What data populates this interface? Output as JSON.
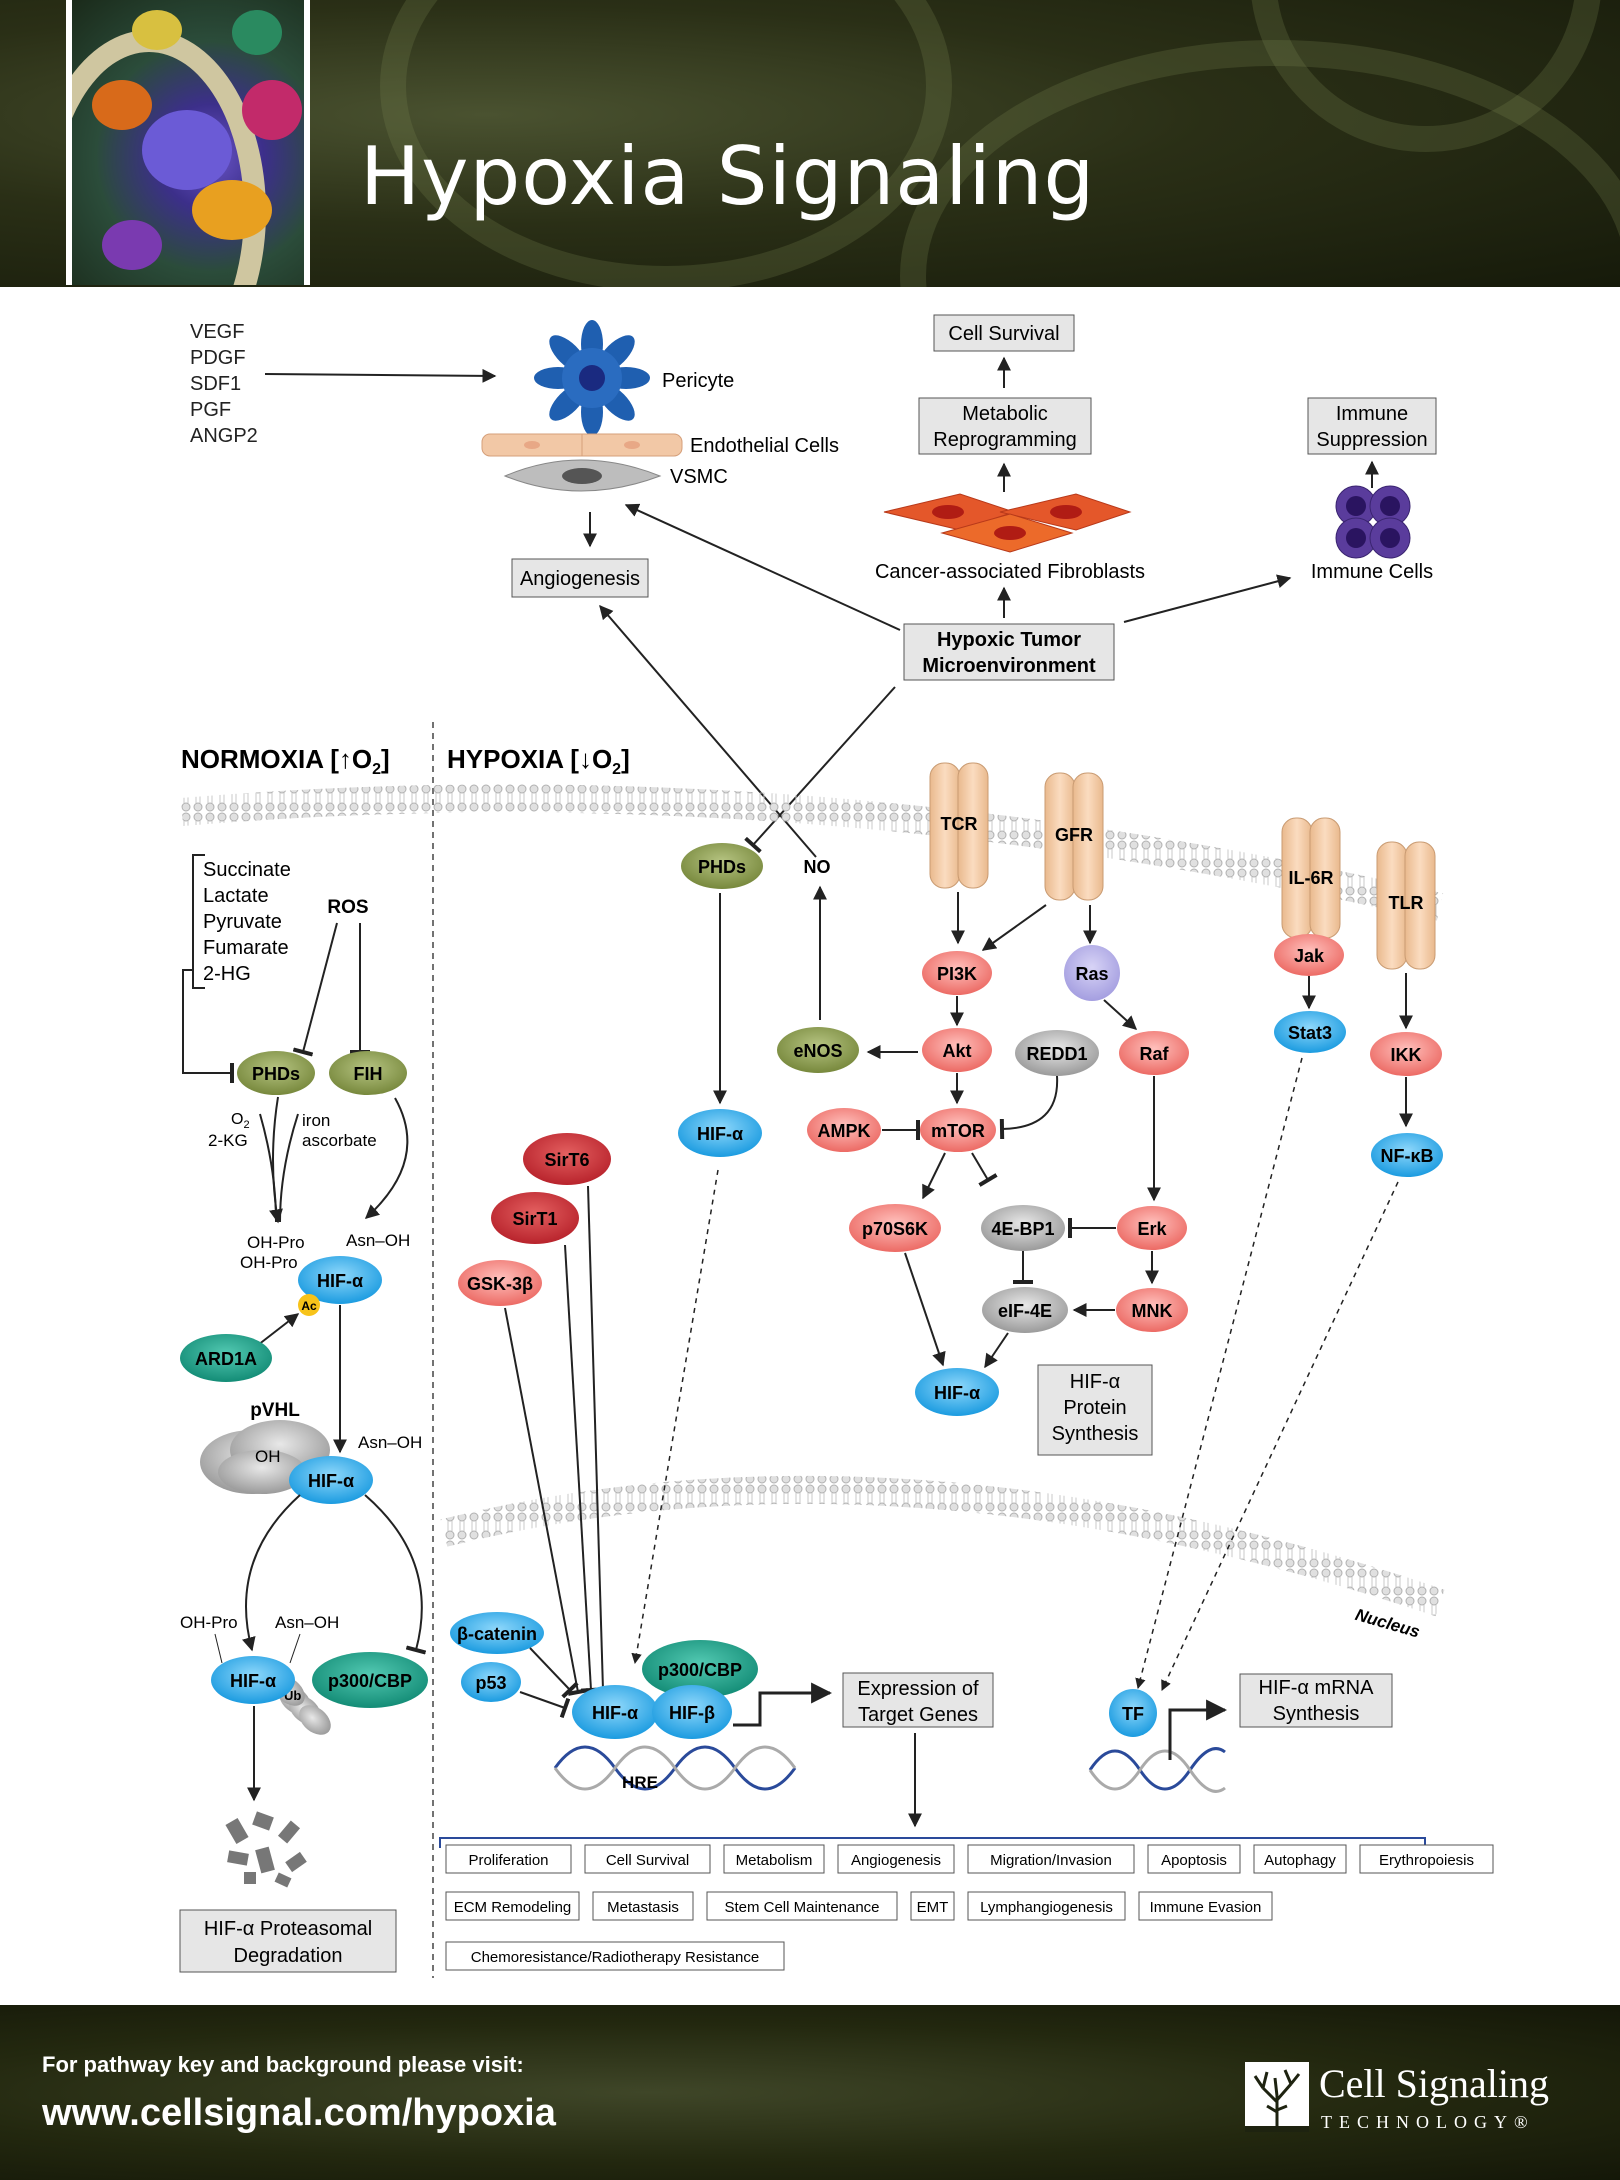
{
  "header": {
    "title": "Hypoxia Signaling"
  },
  "top": {
    "growth_factors": [
      "VEGF",
      "PDGF",
      "SDF1",
      "PGF",
      "ANGP2"
    ],
    "pericyte": "Pericyte",
    "endothelial": "Endothelial Cells",
    "vsmc": "VSMC",
    "angiogenesis": "Angiogenesis",
    "cell_survival": "Cell Survival",
    "metabolic": [
      "Metabolic",
      "Reprogramming"
    ],
    "caf": "Cancer-associated Fibroblasts",
    "immune_suppression": [
      "Immune",
      "Suppression"
    ],
    "immune_cells": "Immune Cells",
    "htm": [
      "Hypoxic Tumor",
      "Microenvironment"
    ]
  },
  "sections": {
    "normoxia": "NORMOXIA [↑O",
    "hypoxia": "HYPOXIA [↓O",
    "sub": "2",
    "close": "]"
  },
  "normoxia": {
    "metabolites": [
      "Succinate",
      "Lactate",
      "Pyruvate",
      "Fumarate",
      "2-HG"
    ],
    "ros": "ROS",
    "phds": "PHDs",
    "fih": "FIH",
    "o2": "O",
    "o2_sub": "2",
    "kg": "2-KG",
    "iron": "iron",
    "ascorbate": "ascorbate",
    "oh_pro": "OH-Pro",
    "asn_oh": "Asn–OH",
    "hif": "HIF-α",
    "ac": "Ac",
    "ard1a": "ARD1A",
    "pvhl": "pVHL",
    "oh": "OH",
    "ub": "Ub",
    "p300": "p300/CBP",
    "degradation": [
      "HIF-α Proteasomal",
      "Degradation"
    ]
  },
  "hypoxia": {
    "phds": "PHDs",
    "no": "NO",
    "enos": "eNOS",
    "hif": "HIF-α",
    "tcr": "TCR",
    "gfr": "GFR",
    "il6r": "IL-6R",
    "tlr": "TLR",
    "pi3k": "PI3K",
    "ras": "Ras",
    "akt": "Akt",
    "redd1": "REDD1",
    "raf": "Raf",
    "ampk": "AMPK",
    "mtor": "mTOR",
    "p70s6k": "p70S6K",
    "ebp1": "4E-BP1",
    "erk": "Erk",
    "eif4e": "eIF-4E",
    "mnk": "MNK",
    "jak": "Jak",
    "stat3": "Stat3",
    "ikk": "IKK",
    "nfkb": "NF-κB",
    "protein_synthesis": [
      "HIF-α",
      "Protein",
      "Synthesis"
    ],
    "sirt6": "SirT6",
    "sirt1": "SirT1",
    "gsk3b": "GSK-3β",
    "bcatenin": "β-catenin",
    "p53": "p53",
    "p300": "p300/CBP",
    "hifb": "HIF-β",
    "hre": "HRE",
    "nucleus": "Nucleus",
    "expression": [
      "Expression of",
      "Target Genes"
    ],
    "tf": "TF",
    "mrna": [
      "HIF-α mRNA",
      "Synthesis"
    ]
  },
  "outcomes": [
    [
      "Proliferation",
      "Cell Survival",
      "Metabolism",
      "Angiogenesis",
      "Migration/Invasion",
      "Apoptosis",
      "Autophagy",
      "Erythropoiesis"
    ],
    [
      "ECM Remodeling",
      "Metastasis",
      "Stem Cell Maintenance",
      "EMT",
      "Lymphangiogenesis",
      "Immune Evasion"
    ],
    [
      "Chemoresistance/Radiotherapy Resistance"
    ]
  ],
  "footer": {
    "line1": "For pathway key and background please visit:",
    "url": "www.cellsignal.com/hypoxia",
    "brand": "Cell Signaling",
    "brand_sub": "TECHNOLOGY®"
  },
  "colors": {
    "green": "#8a9a4a",
    "red": "#ec6f6a",
    "blue": "#27a8e0",
    "teal": "#1aa28c",
    "gray": "#9a9a9a",
    "receptor": "#f4c8a0"
  }
}
